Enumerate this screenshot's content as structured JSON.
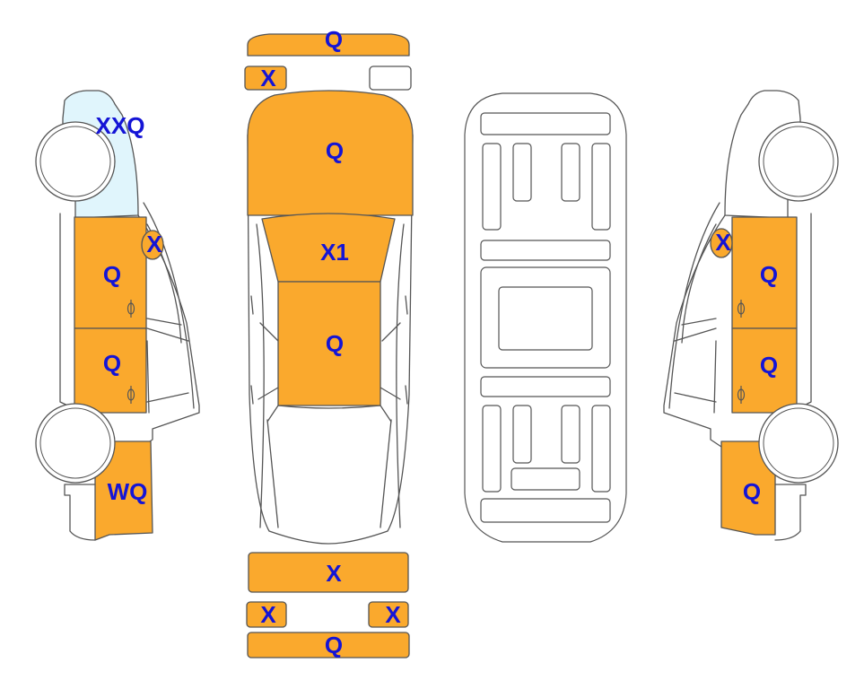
{
  "colors": {
    "damaged": "#FAA92D",
    "tinted": "#E0F5FC",
    "label": "#1414D6",
    "stroke": "#555555",
    "body": "#FFFFFF"
  },
  "labels": {
    "front_bumper": "Q",
    "front_left_part": "X",
    "hood": "Q",
    "windshield": "X1",
    "roof": "Q",
    "rear_bumper_top": "X",
    "rear_left_part": "X",
    "rear_right_part": "X",
    "rear_bumper_bottom": "Q",
    "left_front_fender": "XXQ",
    "left_mirror": "X",
    "left_front_door": "Q",
    "left_rear_door": "Q",
    "left_quarter": "WQ",
    "right_mirror": "X",
    "right_front_door": "Q",
    "right_rear_door": "Q",
    "right_quarter": "Q"
  }
}
